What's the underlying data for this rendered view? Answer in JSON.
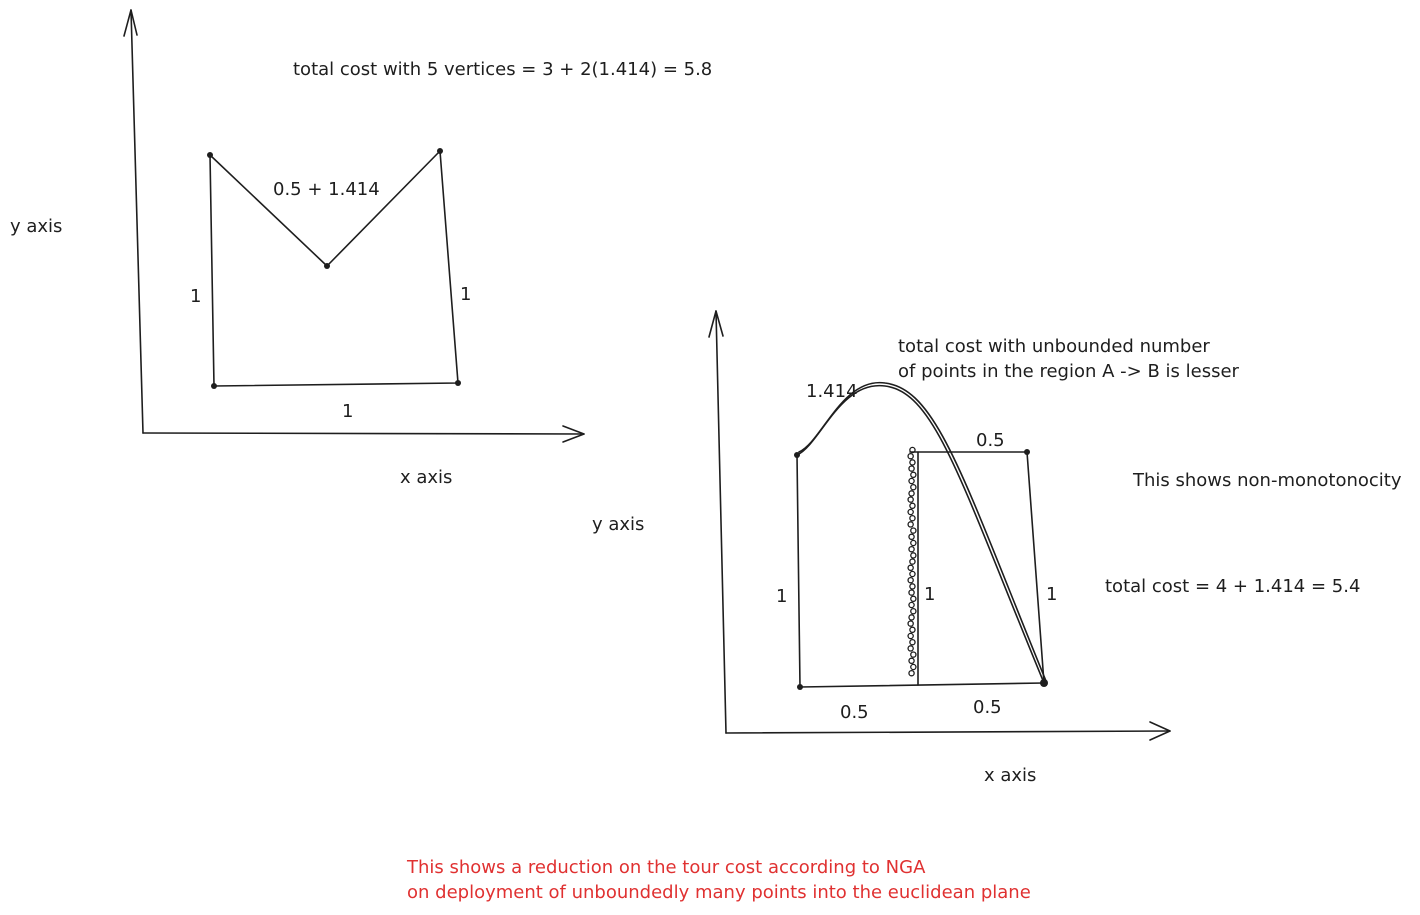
{
  "diagram1": {
    "title": "total cost with 5 vertices = 3 + 2(1.414) = 5.8",
    "y_axis_label": "y axis",
    "x_axis_label": "x axis",
    "edge_v_label": "0.5 + 1.414",
    "edge_left_label": "1",
    "edge_right_label": "1",
    "edge_bottom_label": "1"
  },
  "diagram2": {
    "note_line1": "total cost with unbounded number",
    "note_line2": "of points in the region A -> B is lesser",
    "curve_label": "1.414",
    "top_right_label": "0.5",
    "y_axis_label": "y axis",
    "x_axis_label": "x axis",
    "left_label": "1",
    "middle_label": "1",
    "right_label": "1",
    "bottom_left_label": "0.5",
    "bottom_right_label": "0.5",
    "non_monotonicity_note": "This shows non-monotonocity",
    "total_cost": "total cost = 4 + 1.414 = 5.4"
  },
  "footer": {
    "line1": "This shows a reduction on the tour cost according to NGA",
    "line2": "on deployment of unboundedly many points into the euclidean plane",
    "color": "#e03131"
  }
}
